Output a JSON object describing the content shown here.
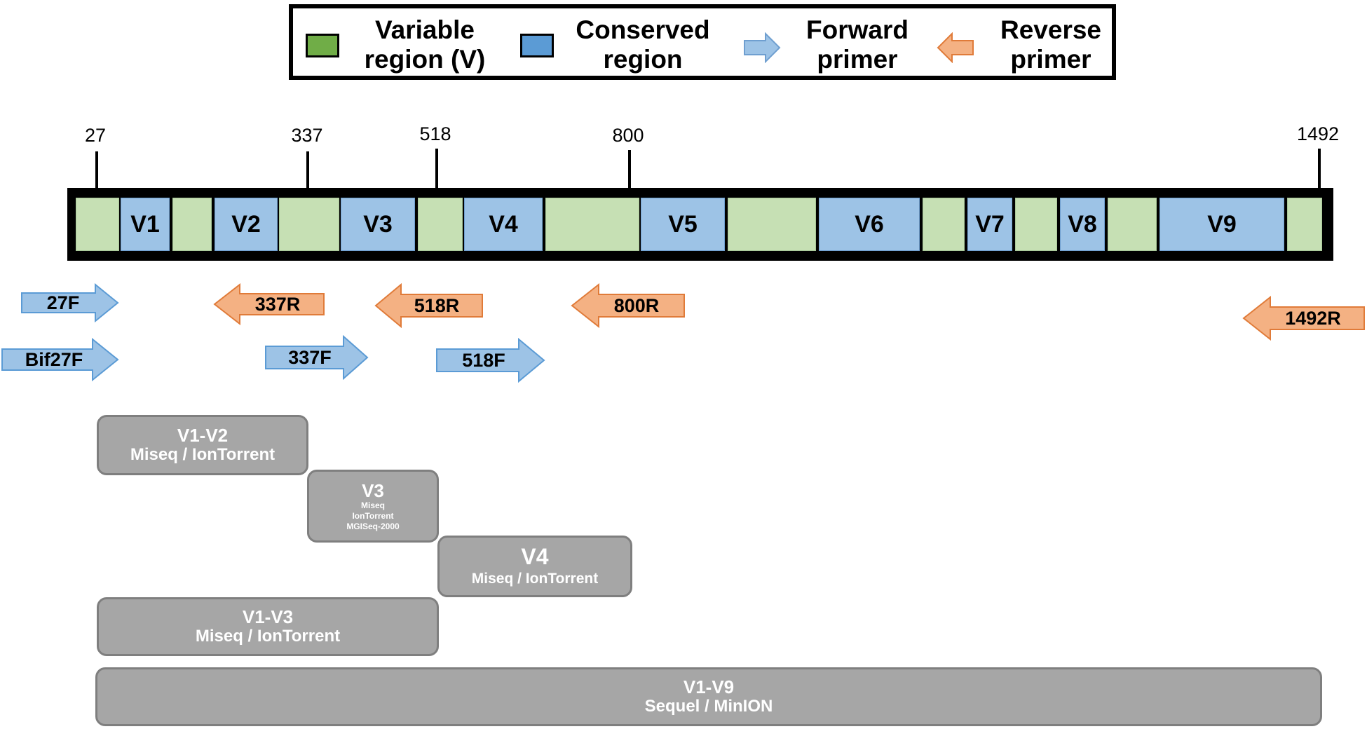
{
  "legend": {
    "items": [
      {
        "label": "Variable\nregion (V)",
        "color": "#70ad47"
      },
      {
        "label": "Conserved\nregion",
        "color": "#5b9bd5"
      },
      {
        "label": "Forward\nprimer",
        "color": "#9dc3e6"
      },
      {
        "label": "Reverse\nprimer",
        "color": "#f4b183"
      }
    ]
  },
  "ticks": [
    "27",
    "337",
    "518",
    "800",
    "1492"
  ],
  "segments": [
    "V1",
    "V2",
    "V3",
    "V4",
    "V5",
    "V6",
    "V7",
    "V8",
    "V9"
  ],
  "primers": {
    "forward": [
      "27F",
      "Bif27F",
      "337F",
      "518F"
    ],
    "reverse": [
      "337R",
      "518R",
      "800R",
      "1492R"
    ]
  },
  "amplicons": [
    {
      "title": "V1-V2",
      "platform": "Miseq / IonTorrent"
    },
    {
      "title": "V3",
      "platform_lines": [
        "Miseq",
        "IonTorrent",
        "MGISeq-2000"
      ]
    },
    {
      "title": "V4",
      "platform": "Miseq / IonTorrent"
    },
    {
      "title": "V1-V3",
      "platform": "Miseq / IonTorrent"
    },
    {
      "title": "V1-V9",
      "platform": "Sequel / MinION"
    }
  ],
  "colors": {
    "variable_region": "#c6e0b4",
    "conserved_region": "#9dc3e6",
    "forward_primer": "#9dc3e6",
    "reverse_primer": "#f4b183",
    "amplicon": "#a6a6a6"
  }
}
